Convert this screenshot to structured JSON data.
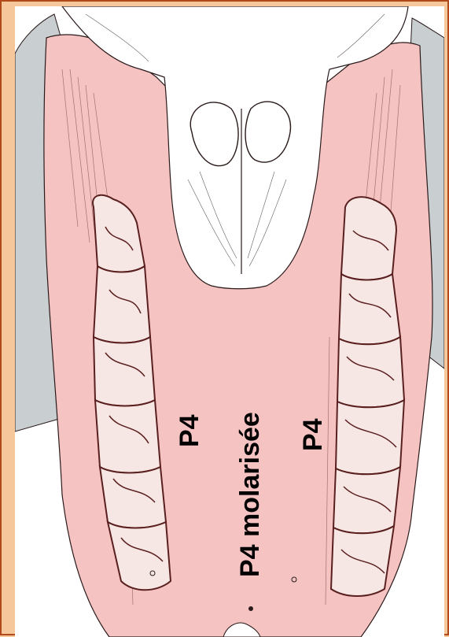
{
  "labels": {
    "left_p4": "P4",
    "center": "P4 molarisée",
    "right_p4": "P4"
  },
  "colors": {
    "frame_background": "#f6c79a",
    "frame_border": "#b1491a",
    "palate_pink": "#f4c3c2",
    "grey_tissue": "#c9ced0",
    "ink": "#2a1a1a",
    "tooth_ink": "#5a1f1f"
  }
}
